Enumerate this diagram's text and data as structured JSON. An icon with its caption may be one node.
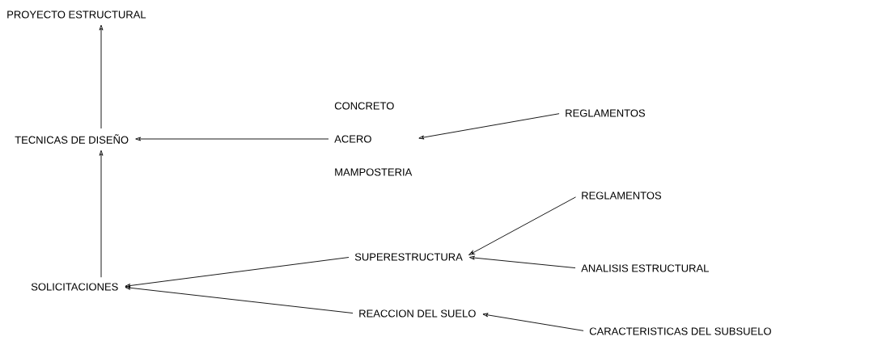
{
  "diagram": {
    "nodes": [
      {
        "text": [
          "PROYECTO ESTRUCTURAL"
        ]
      },
      {
        "text": [
          "TECNICAS DE DISEÑO"
        ]
      },
      {
        "text": [
          "CONCRETO",
          "ACERO",
          "MAMPOSTERIA"
        ]
      },
      {
        "text": [
          "REGLAMENTOS"
        ]
      },
      {
        "text": [
          "SOLICITACIONES"
        ]
      },
      {
        "text": [
          "SUPERESTRUCTURA"
        ]
      },
      {
        "text": [
          "REGLAMENTOS"
        ]
      },
      {
        "text": [
          "ANALISIS ESTRUCTURAL"
        ]
      },
      {
        "text": [
          "REACCION DEL SUELO"
        ]
      },
      {
        "text": [
          "CARACTERISTICAS DEL SUBSUELO"
        ]
      }
    ],
    "edges": [
      {
        "from": 1,
        "to": 0,
        "arrow": "to"
      },
      {
        "from": 4,
        "to": 1,
        "arrow": "to"
      },
      {
        "from": 2,
        "to": 1,
        "arrow": "to"
      },
      {
        "from": 3,
        "to": 2,
        "arrow": "to"
      },
      {
        "from": 5,
        "to": 4,
        "arrow": "to"
      },
      {
        "from": 8,
        "to": 4,
        "arrow": "to"
      },
      {
        "from": 6,
        "to": 5,
        "arrow": "to"
      },
      {
        "from": 7,
        "to": 5,
        "arrow": "to"
      },
      {
        "from": 9,
        "to": 8,
        "arrow": "to"
      }
    ]
  }
}
